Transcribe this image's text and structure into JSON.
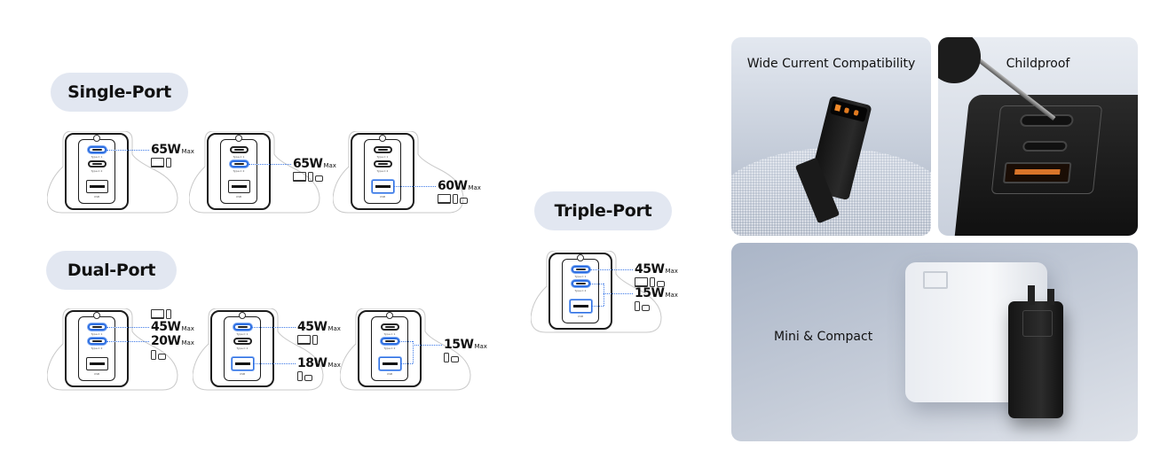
{
  "sections": {
    "single": "Single-Port",
    "dual": "Dual-Port",
    "triple": "Triple-Port"
  },
  "port_labels": {
    "c1": "Type-C 1",
    "c2": "Type-C 2",
    "usb": "USB"
  },
  "max_label": "Max",
  "accent": "#2f6fe0",
  "chargers": [
    {
      "group": "single",
      "outputs": [
        {
          "watts": "65W",
          "ports": [
            "c1"
          ],
          "devices": [
            "laptop",
            "phone"
          ]
        }
      ]
    },
    {
      "group": "single",
      "outputs": [
        {
          "watts": "65W",
          "ports": [
            "c2"
          ],
          "devices": [
            "laptop",
            "phone",
            "earbuds"
          ]
        }
      ]
    },
    {
      "group": "single",
      "outputs": [
        {
          "watts": "60W",
          "ports": [
            "usb"
          ],
          "devices": [
            "laptop",
            "phone",
            "earbuds"
          ]
        }
      ]
    },
    {
      "group": "dual",
      "outputs": [
        {
          "watts": "45W",
          "ports": [
            "c1"
          ],
          "devices": [
            "laptop",
            "phone"
          ]
        },
        {
          "watts": "20W",
          "ports": [
            "c2"
          ],
          "devices": [
            "phone",
            "earbuds"
          ]
        }
      ]
    },
    {
      "group": "dual",
      "outputs": [
        {
          "watts": "45W",
          "ports": [
            "c1"
          ],
          "devices": [
            "laptop",
            "phone"
          ]
        },
        {
          "watts": "18W",
          "ports": [
            "usb"
          ],
          "devices": [
            "phone",
            "earbuds"
          ]
        }
      ]
    },
    {
      "group": "dual",
      "outputs": [
        {
          "watts": "15W",
          "ports": [
            "c2",
            "usb"
          ],
          "devices": [
            "phone",
            "earbuds"
          ]
        }
      ]
    },
    {
      "group": "triple",
      "outputs": [
        {
          "watts": "45W",
          "ports": [
            "c1"
          ],
          "devices": [
            "laptop",
            "phone",
            "earbuds"
          ]
        },
        {
          "watts": "15W",
          "ports": [
            "c2",
            "usb"
          ],
          "devices": [
            "phone",
            "earbuds"
          ]
        }
      ]
    }
  ],
  "features": [
    {
      "title": "Wide Current Compatibility"
    },
    {
      "title": "Childproof"
    },
    {
      "title": "Mini & Compact"
    }
  ]
}
